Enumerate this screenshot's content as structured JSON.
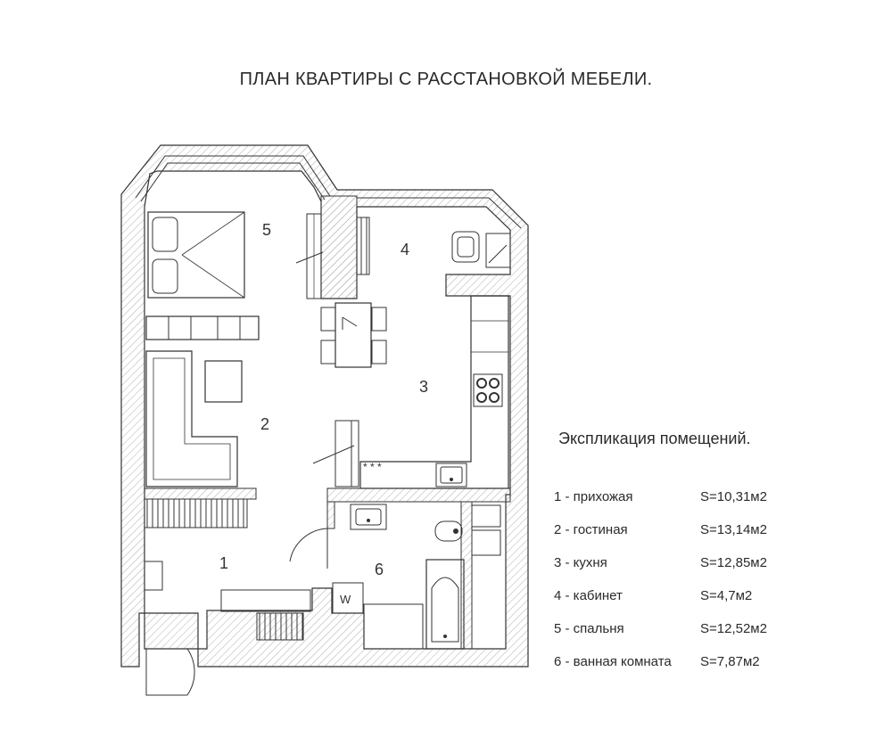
{
  "title": "ПЛАН КВАРТИРЫ С РАССТАНОВКОЙ МЕБЕЛИ.",
  "room_labels": [
    "1",
    "2",
    "3",
    "4",
    "5",
    "6"
  ],
  "w_label": "W",
  "legend": {
    "title": "Экспликация помещений.",
    "rows": [
      {
        "name": "1 - прихожая",
        "area": "S=10,31м2"
      },
      {
        "name": "2 - гостиная",
        "area": "S=13,14м2"
      },
      {
        "name": "3 - кухня",
        "area": "S=12,85м2"
      },
      {
        "name": "4 - кабинет",
        "area": "S=4,7м2"
      },
      {
        "name": "5 - спальня",
        "area": "S=12,52м2"
      },
      {
        "name": "6 - ванная комната",
        "area": "S=7,87м2"
      }
    ]
  },
  "colors": {
    "line": "#333333",
    "hatch": "#9a9a9a",
    "paper": "#ffffff"
  }
}
